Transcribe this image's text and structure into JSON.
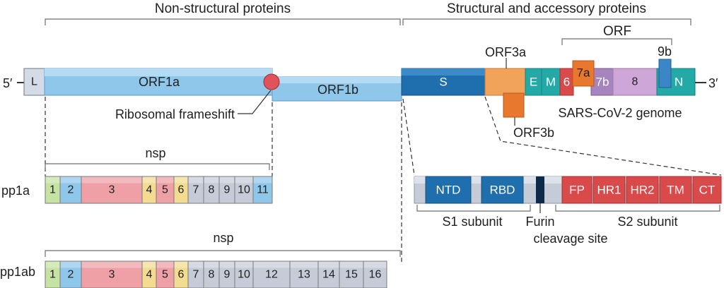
{
  "sections": {
    "nonstructural": "Non-structural proteins",
    "structural": "Structural and accessory proteins"
  },
  "genome": {
    "five_prime": "5′",
    "three_prime": "3′",
    "leader": "L",
    "orf1a": "ORF1a",
    "orf1b": "ORF1b",
    "frameshift_label": "Ribosomal frameshift",
    "s": "S",
    "orf3a": "ORF3a",
    "orf3b": "ORF3b",
    "e": "E",
    "m": "M",
    "g6": "6",
    "g7a": "7a",
    "g7b": "7b",
    "g8": "8",
    "g9b": "9b",
    "n": "N",
    "orf_bracket": "ORF",
    "genome_label": "SARS-CoV-2 genome"
  },
  "pp1a": {
    "label": "pp1a",
    "nsp_label": "nsp",
    "segments": [
      "1",
      "2",
      "3",
      "4",
      "5",
      "6",
      "7",
      "8",
      "9",
      "10",
      "11"
    ]
  },
  "pp1ab": {
    "label": "pp1ab",
    "nsp_label": "nsp",
    "segments": [
      "1",
      "2",
      "3",
      "4",
      "5",
      "6",
      "7",
      "8",
      "9",
      "10",
      "12",
      "13",
      "14",
      "15",
      "16"
    ]
  },
  "spike": {
    "ntd": "NTD",
    "rbd": "RBD",
    "fp": "FP",
    "hr1": "HR1",
    "hr2": "HR2",
    "tm": "TM",
    "ct": "CT",
    "s1": "S1 subunit",
    "s2": "S2 subunit",
    "furin_line1": "Furin",
    "furin_line2": "cleavage site"
  },
  "colors": {
    "orf1": "#8fc7ea",
    "spike_dark": "#1f6fae",
    "orf3": "#f1a35a",
    "orf3_dark": "#e8782e",
    "teal": "#23aaa7",
    "red": "#d94a4a",
    "purple": "#a685be",
    "lilac": "#cfa6d8",
    "grey": "#c5ccd8",
    "green": "#c6e3a4",
    "pink": "#eea0a6",
    "yellow": "#f3dc8f"
  }
}
